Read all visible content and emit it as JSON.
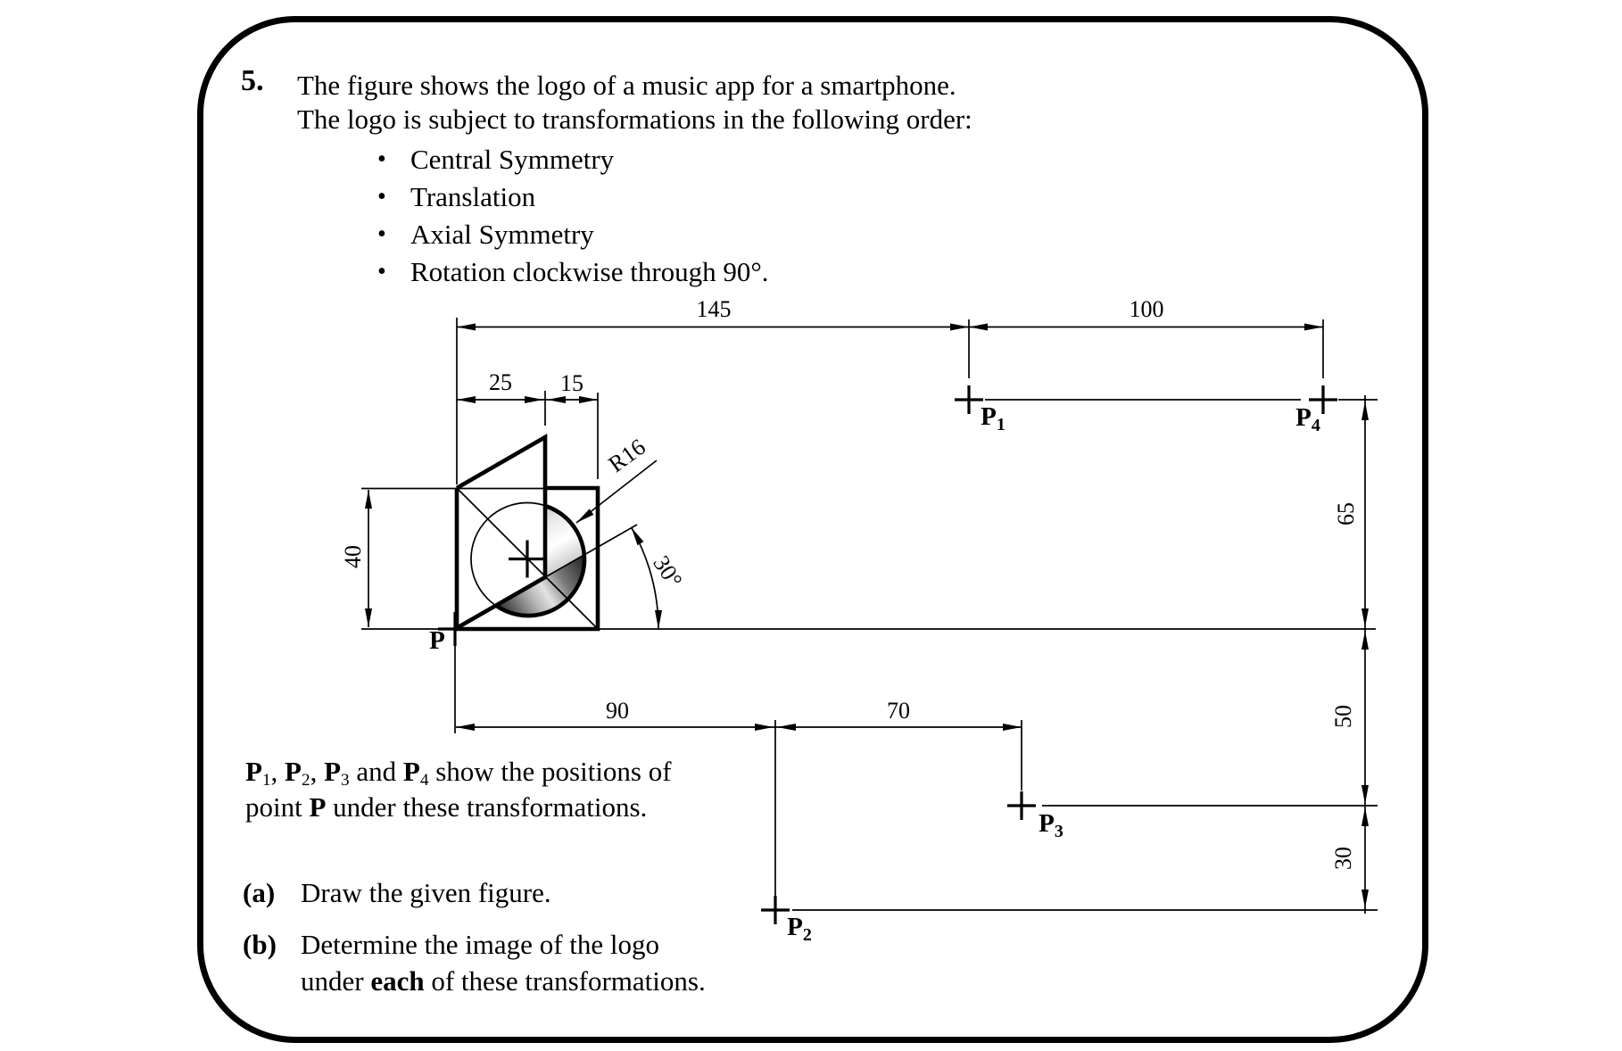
{
  "problem": {
    "number": "5.",
    "intro_line1": "The figure shows the logo of a music app for a smartphone.",
    "intro_line2": "The logo is subject to transformations in the following order:",
    "bullets": [
      {
        "marker": "•",
        "label": "Central Symmetry"
      },
      {
        "marker": "•",
        "label": "Translation"
      },
      {
        "marker": "•",
        "label": "Axial Symmetry"
      },
      {
        "marker": "•",
        "label": "Rotation clockwise through 90°."
      }
    ],
    "note_line1": [
      {
        "t": "P",
        "b": 1
      },
      {
        "t": "1",
        "b": 1,
        "s": 1
      },
      {
        "t": ", "
      },
      {
        "t": "P",
        "b": 1
      },
      {
        "t": "2",
        "b": 1,
        "s": 1
      },
      {
        "t": ", "
      },
      {
        "t": "P",
        "b": 1
      },
      {
        "t": "3",
        "b": 1,
        "s": 1
      },
      {
        "t": " and "
      },
      {
        "t": "P",
        "b": 1
      },
      {
        "t": "4",
        "b": 1,
        "s": 1
      },
      {
        "t": " show the positions of"
      }
    ],
    "note_line2": [
      {
        "t": "point "
      },
      {
        "t": "P",
        "b": 1
      },
      {
        "t": " under these transformations."
      }
    ],
    "part_a_label": "(a)",
    "part_a_text": "Draw the given figure.",
    "part_b_label": "(b)",
    "part_b_line1": "Determine the image of the logo",
    "part_b_line2": [
      {
        "t": "under "
      },
      {
        "t": "each",
        "b": 1
      },
      {
        "t": " of these transformations."
      }
    ]
  },
  "figure": {
    "dimensions": {
      "top_left": "145",
      "top_right": "100",
      "sail_width": "25",
      "stem_offset": "15",
      "height": "40",
      "radius": "R16",
      "angle": "30°",
      "bottom_left": "90",
      "bottom_right": "70",
      "right_upper": "65",
      "right_middle": "50",
      "right_lower": "30"
    },
    "points": {
      "p": {
        "main": "P",
        "sub": ""
      },
      "p1": {
        "main": "P",
        "sub": "1"
      },
      "p2": {
        "main": "P",
        "sub": "2"
      },
      "p3": {
        "main": "P",
        "sub": "3"
      },
      "p4": {
        "main": "P",
        "sub": "4"
      }
    },
    "colors": {
      "line": "#000000",
      "shade_dark": "#151515",
      "shade_light": "#ffffff"
    }
  }
}
